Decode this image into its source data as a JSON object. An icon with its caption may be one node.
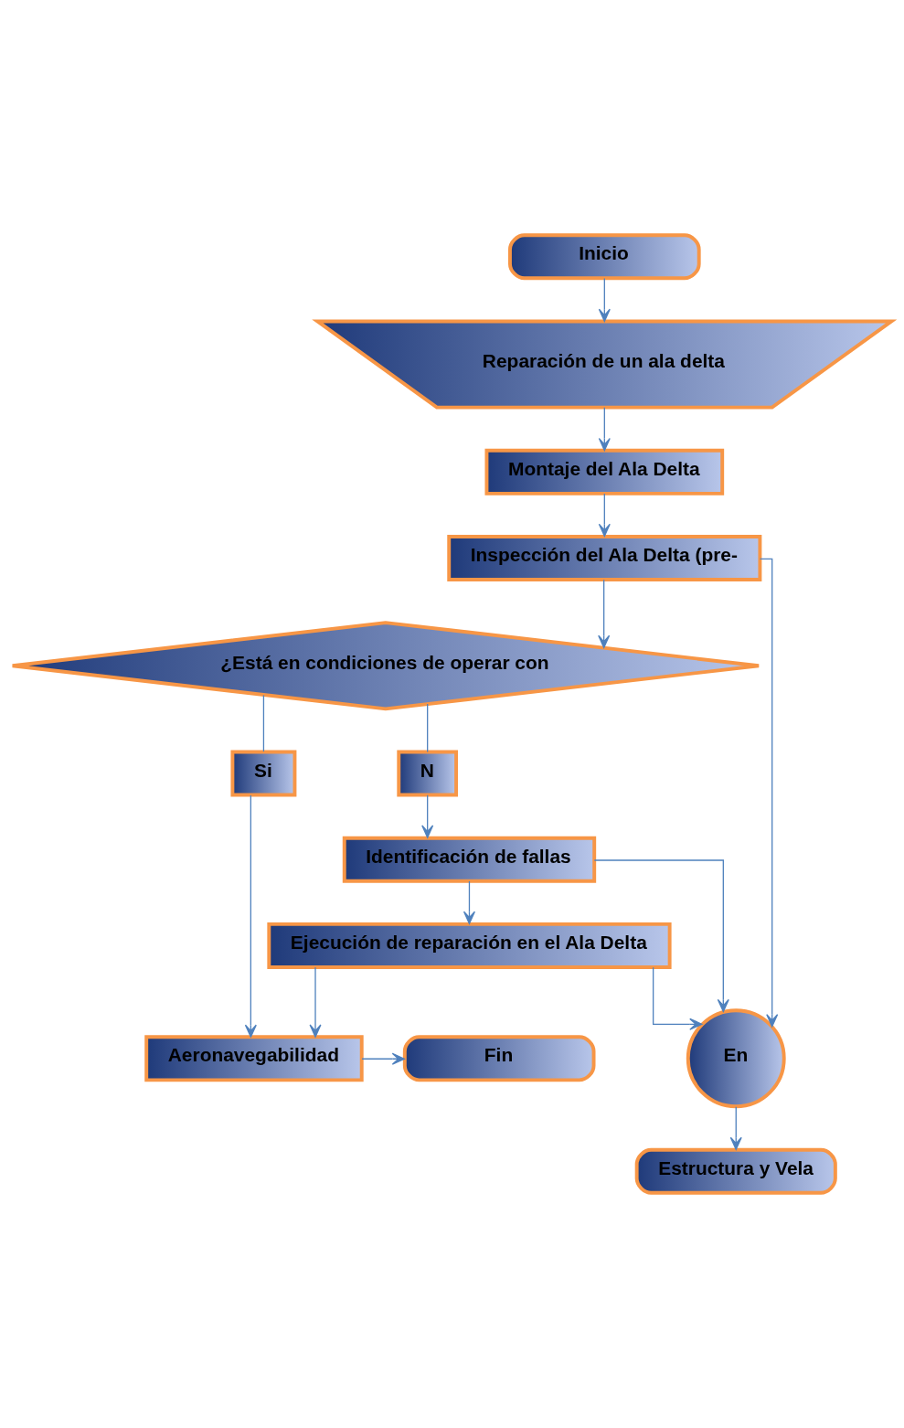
{
  "diagram": {
    "nodes": [
      {
        "text": [
          "Inicio"
        ]
      },
      {
        "text": [
          "Reparación de un ala delta"
        ]
      },
      {
        "text": [
          "Montaje del Ala Delta"
        ]
      },
      {
        "text": [
          "Inspección del Ala Delta (pre-"
        ]
      },
      {
        "text": [
          "¿Está en condiciones de operar con"
        ]
      },
      {
        "text": [
          "Si"
        ]
      },
      {
        "text": [
          "N"
        ]
      },
      {
        "text": [
          "Identificación de fallas"
        ]
      },
      {
        "text": [
          "Ejecución de reparación en el Ala Delta"
        ]
      },
      {
        "text": [
          "Aeronavegabilidad"
        ]
      },
      {
        "text": [
          "En"
        ]
      },
      {
        "text": [
          "Estructura y Vela"
        ]
      },
      {
        "text": [
          "Fin"
        ]
      }
    ],
    "edges": [
      {
        "from": 0,
        "to": 1,
        "arrow": "to"
      },
      {
        "from": 1,
        "to": 2,
        "arrow": "to"
      },
      {
        "from": 2,
        "to": 3,
        "arrow": "to"
      },
      {
        "from": 3,
        "to": 4,
        "arrow": "to"
      },
      {
        "from": 3,
        "to": 10,
        "arrow": "to"
      },
      {
        "from": 4,
        "to": 5,
        "arrow": "none"
      },
      {
        "from": 5,
        "to": 9,
        "arrow": "to"
      },
      {
        "from": 4,
        "to": 6,
        "arrow": "none"
      },
      {
        "from": 6,
        "to": 7,
        "arrow": "to"
      },
      {
        "from": 7,
        "to": 10,
        "arrow": "to"
      },
      {
        "from": 7,
        "to": 8,
        "arrow": "to"
      },
      {
        "from": 8,
        "to": 10,
        "arrow": "to"
      },
      {
        "from": 8,
        "to": 9,
        "arrow": "to"
      },
      {
        "from": 10,
        "to": 11,
        "arrow": "to"
      },
      {
        "from": 9,
        "to": 12,
        "arrow": "to"
      }
    ]
  }
}
